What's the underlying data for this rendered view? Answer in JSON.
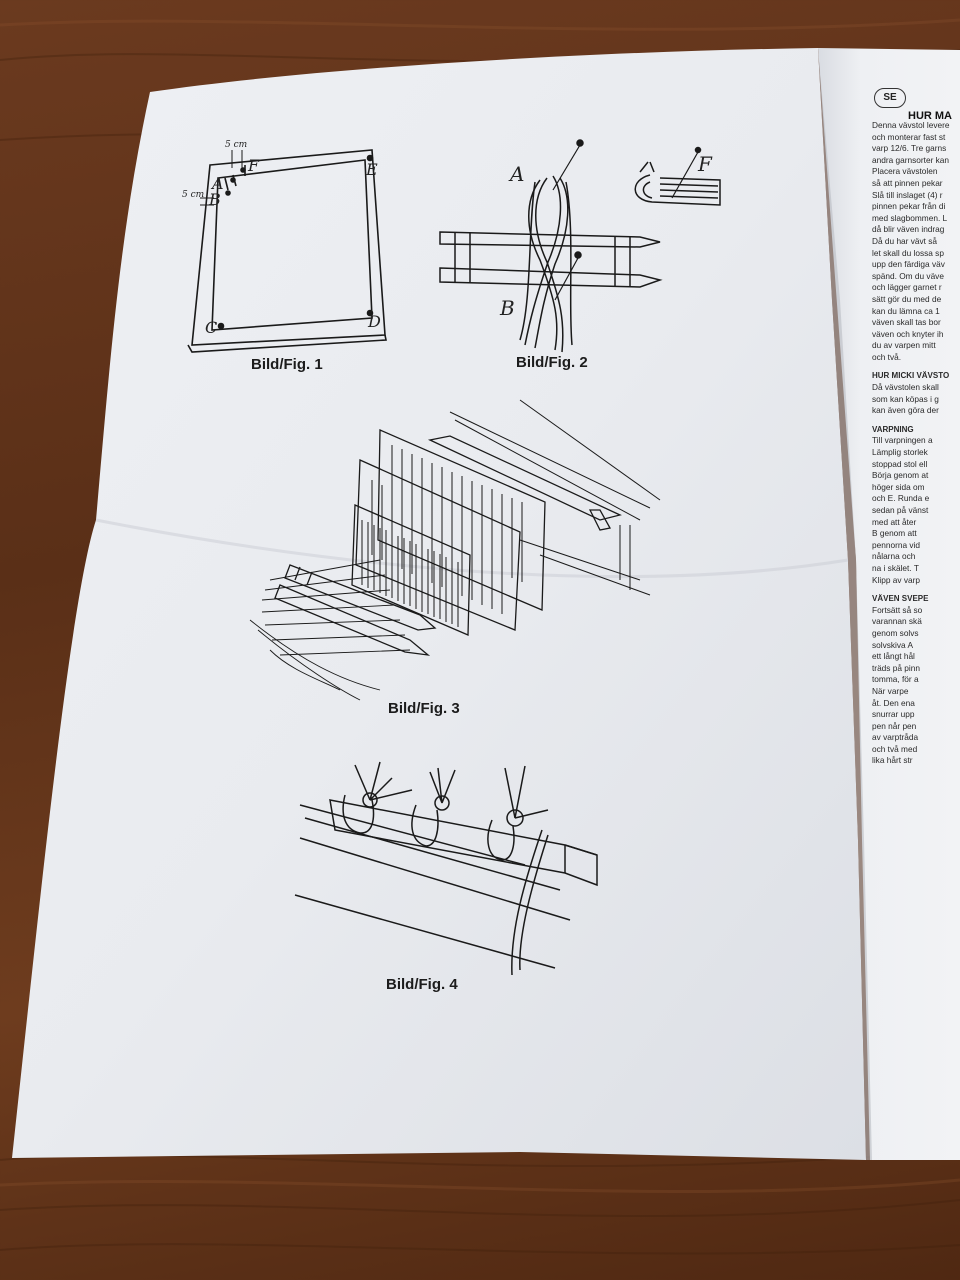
{
  "left_page": {
    "figures": [
      {
        "caption": "Bild/Fig. 1",
        "labels": {
          "c": "C",
          "d": "D",
          "e": "E",
          "f": "F",
          "a": "A",
          "b": "B",
          "dim_top": "5 cm",
          "dim_side": "5 cm"
        }
      },
      {
        "caption": "Bild/Fig. 2",
        "labels": {
          "a": "A",
          "b": "B",
          "f": "F"
        }
      },
      {
        "caption": "Bild/Fig. 3"
      },
      {
        "caption": "Bild/Fig. 4"
      }
    ]
  },
  "right_page": {
    "badge": "SE",
    "title": "HUR MA",
    "lines": [
      "Denna vävstol levere",
      "och monterar fast st",
      "varp 12/6. Tre garns",
      "andra garnsorter kan",
      "  Placera vävstolen",
      "så att pinnen pekar",
      "Slå till inslaget (4) r",
      "pinnen pekar från di",
      "med slagbommen. L",
      "då blir väven indrag",
      "  Då du har vävt så",
      "let skall du lossa sp",
      "upp den färdiga väv",
      "spänd. Om du väve",
      "och lägger garnet r",
      "sätt gör du med de",
      "kan du lämna ca 1",
      "väven skall tas bor",
      "väven och knyter ih",
      "du  av varpen mitt",
      "och två."
    ],
    "section1_heading": "HUR MICKI VÄVSTO",
    "section1_lines": [
      "Då vävstolen skall",
      "som kan köpas i g",
      "kan även göra der"
    ],
    "section2_heading": "VARPNING",
    "section2_lines": [
      "Till varpningen a",
      "Lämplig storlek",
      "stoppad stol ell",
      "Börja genom at",
      "höger sida om",
      "och E. Runda e",
      "sedan på vänst",
      "med att åter",
      "B genom att",
      "pennorna vid",
      "nålarna och",
      "na i skälet. T",
      "Klipp av varp"
    ],
    "section3_heading": "VÄVEN SVEPE",
    "section3_lines": [
      "Fortsätt så so",
      "varannan skä",
      "genom solvs",
      "solvskiva A",
      "ett långt hål",
      "träds på pinn",
      "tomma, för a",
      "  När varpe",
      "åt. Den ena",
      "snurrar upp",
      "pen når pen",
      "av varptråda",
      "och två med",
      "lika hårt str"
    ]
  }
}
